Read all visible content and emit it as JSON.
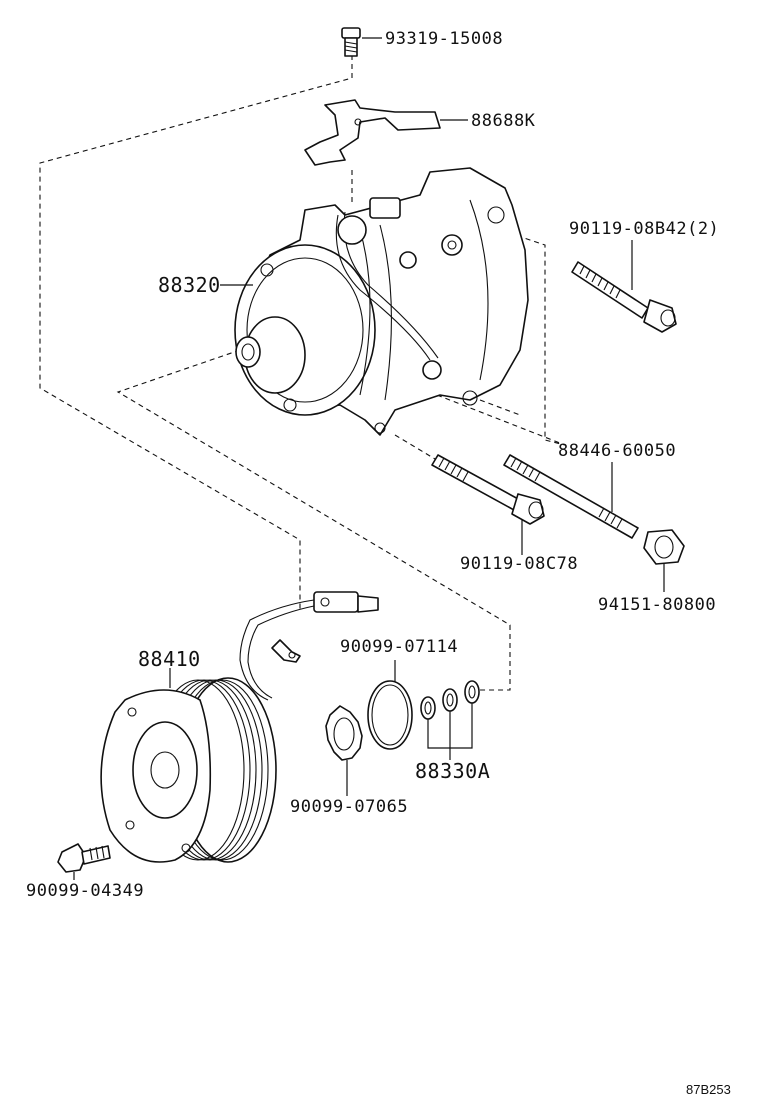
{
  "callouts": {
    "bolt_top": "93319-15008",
    "bracket": "88688K",
    "bolt_right": "90119-08B42(2)",
    "compressor": "88320",
    "stud": "88446-60050",
    "bolt_lower": "90119-08C78",
    "nut": "94151-80800",
    "clutch": "88410",
    "ring_large": "90099-07114",
    "shims": "88330A",
    "snap_ring": "90099-07065",
    "bolt_clutch": "90099-04349"
  },
  "figure_ref": "87B253"
}
